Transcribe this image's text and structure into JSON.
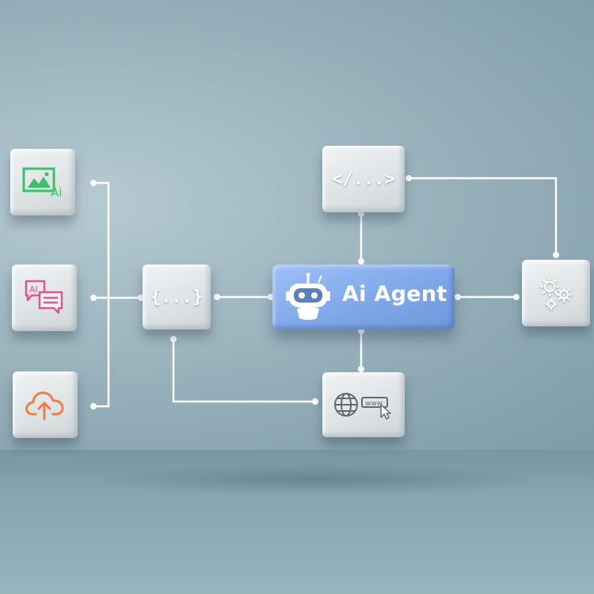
{
  "diagram": {
    "center_label": "Ai Agent",
    "code_block_label": "{...}",
    "html_block_label": "</...>",
    "web_block_label": "www",
    "image_block_badge": "Ai",
    "chat_block_badge": "AI"
  },
  "icons": {
    "image_ai": "image-ai-icon",
    "chat_ai": "chat-ai-icon",
    "cloud_upload": "cloud-upload-icon",
    "robot": "robot-icon",
    "gears": "gears-icon",
    "globe_cursor": "globe-cursor-icon"
  },
  "colors": {
    "agent_block": "#7fa8ea",
    "image_icon": "#3fbf6a",
    "chat_icon": "#e0578f",
    "cloud_icon": "#ef7d45",
    "connector": "#ffffff"
  }
}
